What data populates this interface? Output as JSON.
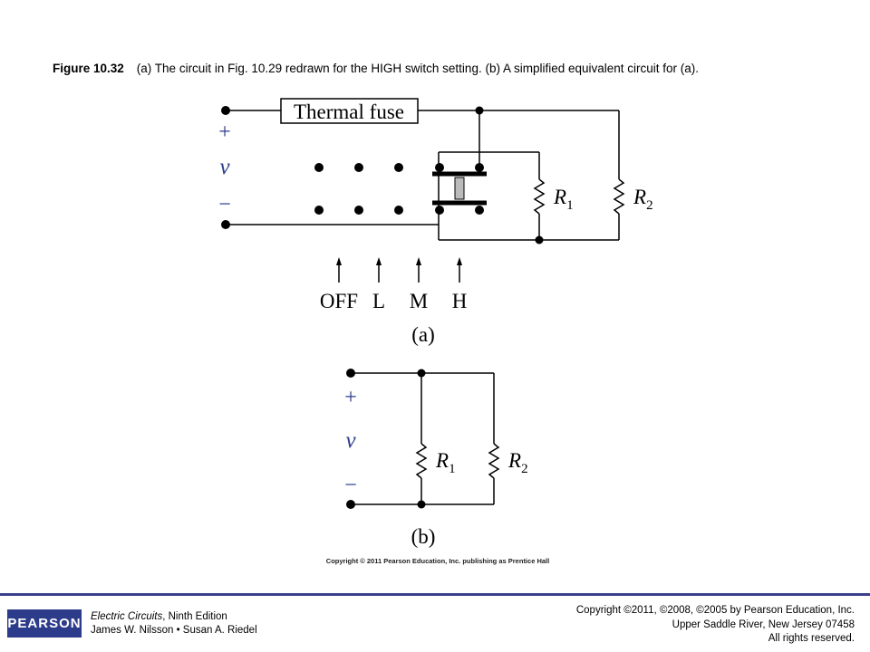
{
  "caption": {
    "figure_label": "Figure 10.32",
    "text": "(a) The circuit in Fig. 10.29 redrawn for the HIGH switch setting. (b) A simplified equivalent circuit for (a)."
  },
  "diagram_a": {
    "fuse_label": "Thermal fuse",
    "plus": "+",
    "voltage": "v",
    "minus": "−",
    "r1": "R",
    "r1_sub": "1",
    "r2": "R",
    "r2_sub": "2",
    "switch_labels": [
      "OFF",
      "L",
      "M",
      "H"
    ],
    "panel_label": "(a)"
  },
  "diagram_b": {
    "plus": "+",
    "voltage": "v",
    "minus": "−",
    "r1": "R",
    "r1_sub": "1",
    "r2": "R",
    "r2_sub": "2",
    "panel_label": "(b)"
  },
  "image_copyright": "Copyright © 2011 Pearson Education, Inc. publishing as Prentice Hall",
  "footer": {
    "logo": "PEARSON",
    "book_title": "Electric Circuits",
    "edition": ", Ninth Edition",
    "authors": "James W. Nilsson • Susan A. Riedel",
    "copyright_line1": "Copyright ©2011, ©2008, ©2005 by Pearson Education, Inc.",
    "copyright_line2": "Upper Saddle River, New Jersey 07458",
    "copyright_line3": "All rights reserved."
  },
  "colors": {
    "wire": "#000000",
    "accent": "#2c3b8a",
    "switch_insulator": "#bbbbbb"
  }
}
